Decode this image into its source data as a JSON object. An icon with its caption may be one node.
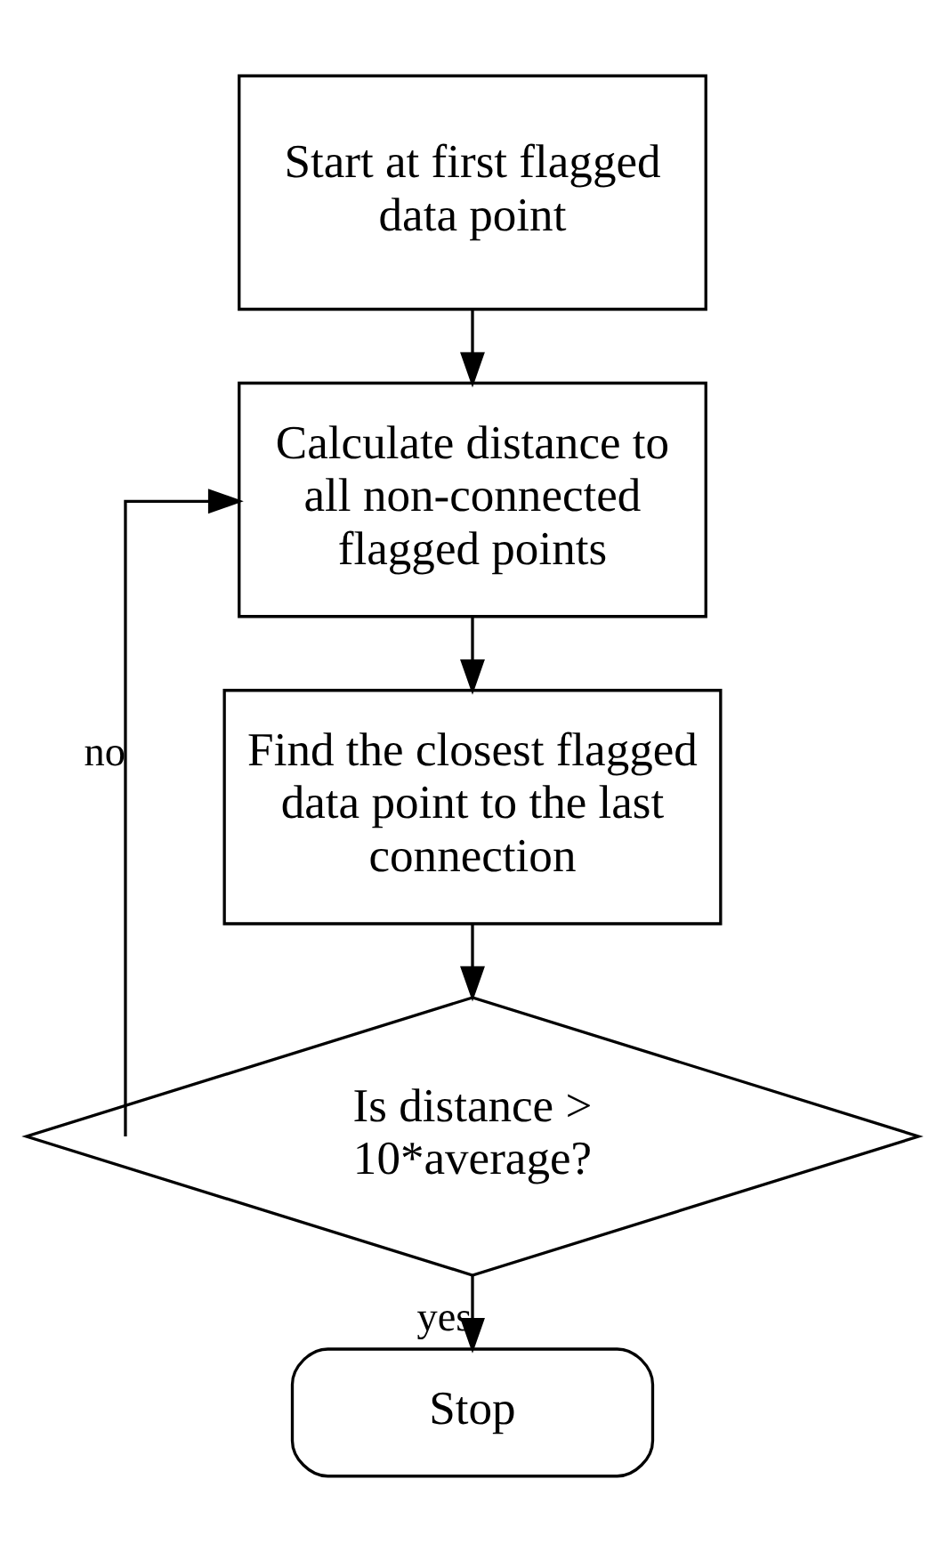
{
  "diagram": {
    "nodes": [
      {
        "text": [
          "Start at first flagged data point"
        ]
      },
      {
        "text": [
          "Calculate distance to all non-connected flagged points"
        ]
      },
      {
        "text": [
          "Find the closest flagged data point to the last connection"
        ]
      },
      {
        "text": [
          "Is distance > 10*average?"
        ]
      },
      {
        "text": [
          "Stop"
        ]
      }
    ],
    "edges": [
      {
        "from": 0,
        "to": 1,
        "arrow": "to"
      },
      {
        "from": 1,
        "to": 2,
        "arrow": "to"
      },
      {
        "from": 2,
        "to": 3,
        "arrow": "to"
      },
      {
        "from": 3,
        "to": 1,
        "arrow": "to",
        "label": "no"
      },
      {
        "from": 3,
        "to": 4,
        "arrow": "to",
        "label": "yes"
      }
    ]
  }
}
